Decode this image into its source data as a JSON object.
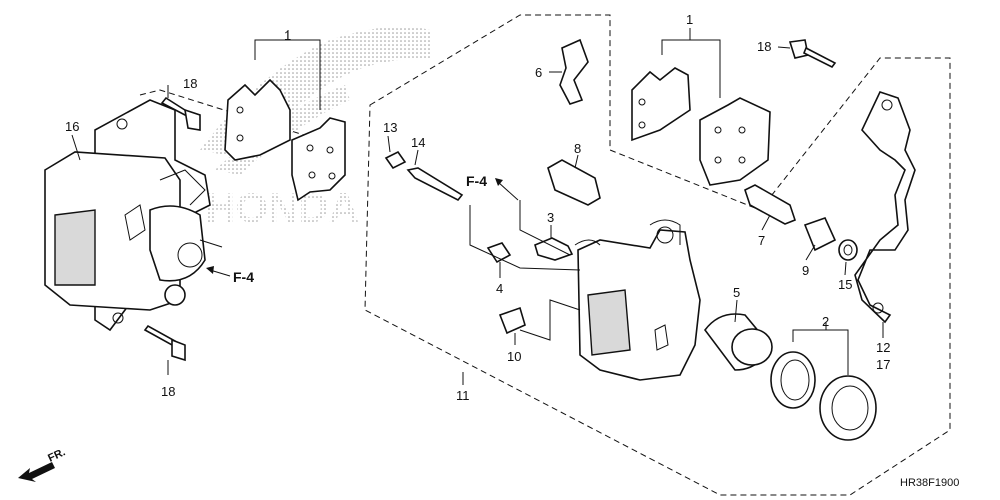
{
  "callouts": {
    "c1a": "1",
    "c1b": "1",
    "c2": "2",
    "c3": "3",
    "c4": "4",
    "c5": "5",
    "c6": "6",
    "c7": "7",
    "c8": "8",
    "c9": "9",
    "c10": "10",
    "c11": "11",
    "c12": "12",
    "c13": "13",
    "c14": "14",
    "c15": "15",
    "c16": "16",
    "c17": "17",
    "c18a": "18",
    "c18b": "18",
    "c18c": "18"
  },
  "references": {
    "left": "F-4",
    "center": "F-4"
  },
  "watermark": "HONDA",
  "direction_label": "FR.",
  "diagram_code": "HR38F1900",
  "icons": {
    "front_arrow": "front-direction-arrow-icon"
  }
}
